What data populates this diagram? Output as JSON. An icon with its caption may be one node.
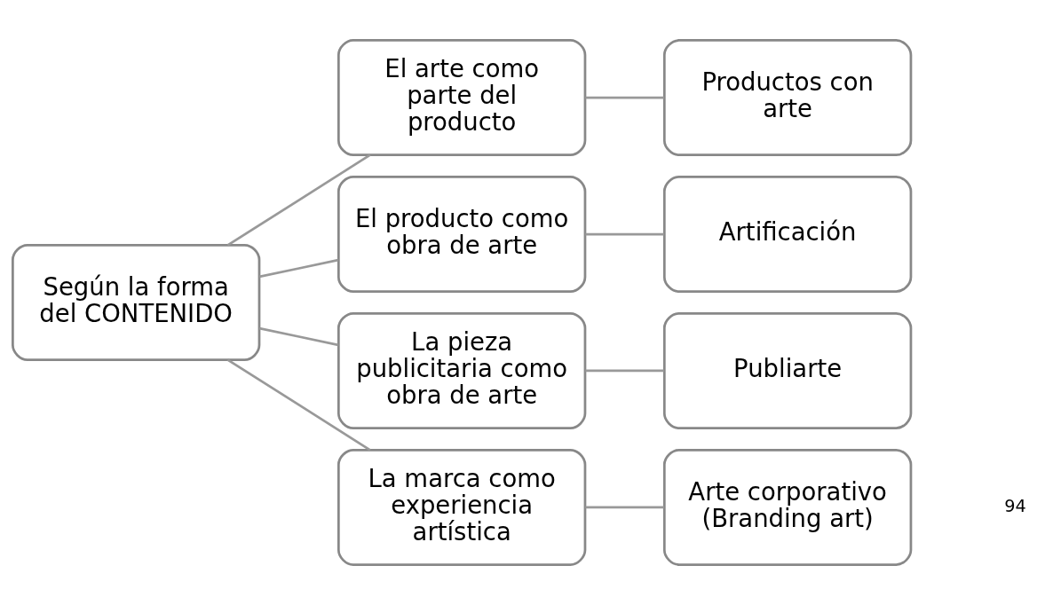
{
  "diagram": {
    "nodes": [
      {
        "text": [
          "Según la forma del CONTENIDO"
        ]
      },
      {
        "text": [
          "El arte como parte del producto"
        ]
      },
      {
        "text": [
          "El producto como obra de arte"
        ]
      },
      {
        "text": [
          "La pieza publicitaria como obra de arte"
        ]
      },
      {
        "text": [
          "La marca como experiencia artística"
        ]
      },
      {
        "text": [
          "Productos con arte"
        ]
      },
      {
        "text": [
          "Artificación"
        ]
      },
      {
        "text": [
          "Publiarte"
        ]
      },
      {
        "text": [
          "Arte corporativo (Branding art)"
        ]
      }
    ],
    "edges": [
      {
        "from": 0,
        "to": 1,
        "arrow": "none"
      },
      {
        "from": 0,
        "to": 2,
        "arrow": "none"
      },
      {
        "from": 0,
        "to": 3,
        "arrow": "none"
      },
      {
        "from": 0,
        "to": 4,
        "arrow": "none"
      },
      {
        "from": 1,
        "to": 5,
        "arrow": "none"
      },
      {
        "from": 2,
        "to": 6,
        "arrow": "none"
      },
      {
        "from": 3,
        "to": 7,
        "arrow": "none"
      },
      {
        "from": 4,
        "to": 8,
        "arrow": "none"
      }
    ],
    "labels": [
      "94"
    ]
  }
}
